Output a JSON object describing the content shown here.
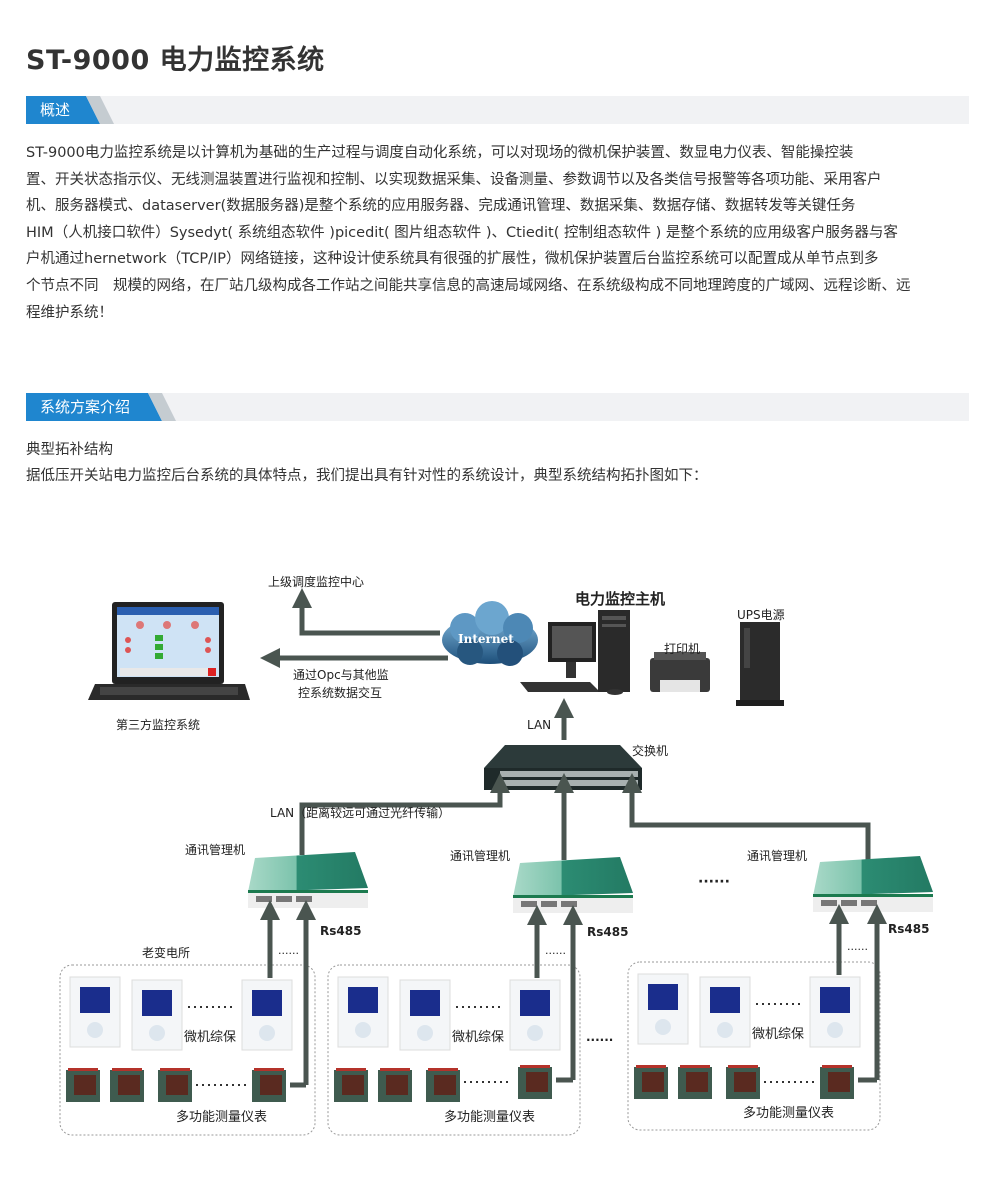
{
  "page": {
    "title": "ST-9000 电力监控系统"
  },
  "sections": [
    {
      "tab_label": "概述",
      "paragraph_lines": [
        "ST-9000电力监控系统是以计算机为基础的生产过程与调度自动化系统，可以对现场的微机保护装置、数显电力仪表、智能操控装",
        "置、开关状态指示仪、无线测温装置进行监视和控制、以实现数据采集、设备测量、参数调节以及各类信号报警等各项功能、采用客户",
        "机、服务器模式、dataserver(数据服务器)是整个系统的应用服务器、完成通讯管理、数据采集、数据存储、数据转发等关键任务",
        "HIM（人机接口软件）Sysedyt( 系统组态软件 )picedit( 图片组态软件 )、Ctiedit( 控制组态软件 ) 是整个系统的应用级客户服务器与客",
        "户机通过hernetwork（TCP/IP）网络链接，这种设计使系统具有很强的扩展性，微机保护装置后台监控系统可以配置成从单节点到多",
        "个节点不同　规模的网络，在厂站几级构成各工作站之间能共享信息的高速局域网络、在系统级构成不同地理跨度的广域网、远程诊断、远",
        "程维护系统！"
      ]
    },
    {
      "tab_label": "系统方案介绍",
      "subtitle": "典型拓补结构",
      "intro": "据低压开关站电力监控后台系统的具体特点，我们提出具有针对性的系统设计，典型系统结构拓扑图如下："
    }
  ],
  "diagram": {
    "upper_center_label": "上级调度监控中心",
    "internet_label": "Internet",
    "opc_label_line1": "通过Opc与其他监",
    "opc_label_line2": "控系统数据交互",
    "third_party_label": "第三方监控系统",
    "host_label": "电力监控主机",
    "printer_label": "打印机",
    "ups_label": "UPS电源",
    "lan_label": "LAN",
    "switch_label": "交换机",
    "lan_fiber_label": "LAN（距离较远可通过光纤传输）",
    "comm_manager_label": "通讯管理机",
    "rs485_label": "Rs485",
    "ellipsis": "......",
    "ellipsis_mid": "······",
    "substation_label": "老变电所",
    "relay_label": "微机综保",
    "meter_label": "多功能测量仪表",
    "colors": {
      "arrow": "#4a5550",
      "cloud": "#2f6b9a",
      "device_green": "#2c8c73",
      "relay_screen": "#1a2d8c",
      "meter_body": "#3f5b4f",
      "meter_top": "#b4322a"
    }
  }
}
